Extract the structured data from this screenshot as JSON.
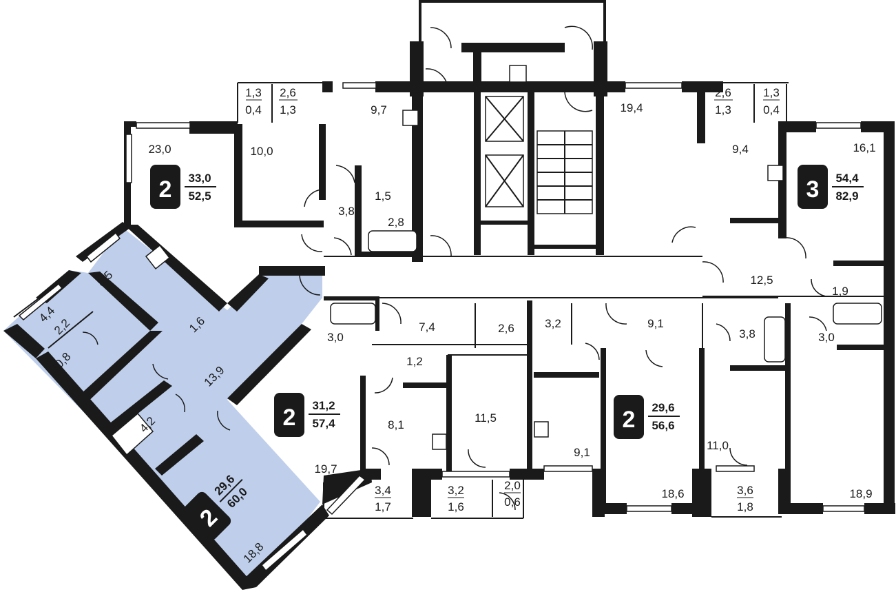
{
  "colors": {
    "wall": "#1a1a1a",
    "highlight": "#bfcfeb",
    "badge": "#1a1a1a",
    "badge_text": "#ffffff",
    "background": "#ffffff"
  },
  "apartments": [
    {
      "id": "apt-top-left",
      "rooms": "2",
      "living": "33,0",
      "total": "52,5"
    },
    {
      "id": "apt-top-right",
      "rooms": "3",
      "living": "54,4",
      "total": "82,9"
    },
    {
      "id": "apt-center",
      "rooms": "2",
      "living": "31,2",
      "total": "57,4"
    },
    {
      "id": "apt-right-middle",
      "rooms": "2",
      "living": "29,6",
      "total": "56,6"
    },
    {
      "id": "apt-highlighted",
      "rooms": "2",
      "living": "29,6",
      "total": "60,0"
    }
  ],
  "room_areas": [
    "1,3",
    "0,4",
    "2,6",
    "1,3",
    "9,7",
    "23,0",
    "10,0",
    "1,5",
    "3,8",
    "2,8",
    "19,4",
    "2,6",
    "1,3",
    "1,3",
    "0,4",
    "9,4",
    "16,1",
    "8,5",
    "4,4",
    "2,2",
    "1,6",
    "13,9",
    "10,8",
    "4,2",
    "18,8",
    "3,0",
    "7,4",
    "2,6",
    "1,2",
    "8,1",
    "11,5",
    "19,7",
    "3,4",
    "1,7",
    "3,2",
    "1,6",
    "2,0",
    "0,6",
    "3,2",
    "9,1",
    "3,8",
    "9,1",
    "11,0",
    "18,6",
    "3,6",
    "1,8",
    "12,5",
    "1,9",
    "3,0",
    "18,9"
  ]
}
